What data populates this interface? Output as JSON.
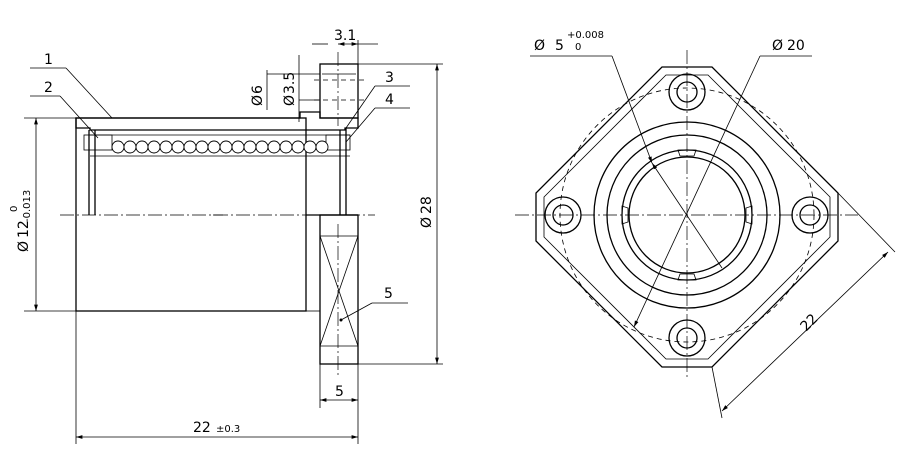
{
  "side_view": {
    "dimensions": {
      "flange_thickness": "3.1",
      "hole_dia_6": "6",
      "hole_dia_3_5": "3.5",
      "bore_dia_prefix": "Ø",
      "bore_dia": "12",
      "bore_tol_upper": "0",
      "bore_tol_lower": "-0.013",
      "outer_dia": "28",
      "flange_width": "5",
      "overall_length": "22",
      "overall_length_tol": "±0.3"
    },
    "part_labels": [
      "1",
      "2",
      "3",
      "4",
      "5"
    ]
  },
  "front_view": {
    "dimensions": {
      "inner_dia_prefix": "Ø",
      "inner_dia": "5",
      "inner_dia_tol_upper": "+0.008",
      "inner_dia_tol_lower": "0",
      "pcd": "20",
      "flange_size": "22"
    }
  }
}
